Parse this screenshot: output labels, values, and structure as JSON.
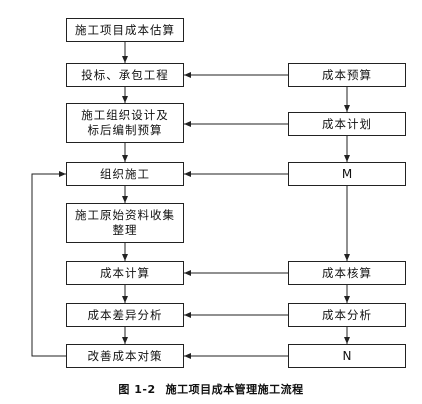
{
  "caption": {
    "figure_number": "图 1-2",
    "title": "施工项目成本管理施工流程"
  },
  "nodes": {
    "estimate": "施工项目成本估算",
    "bidding": "投标、承包工程",
    "design": "施工组织设计及\n标后编制预算",
    "organize": "组织施工",
    "collect": "施工原始资料收集\n整理",
    "calculate": "成本计算",
    "difference": "成本差异分析",
    "improve": "改善成本对策",
    "forecast": "成本预算",
    "plan": "成本计划",
    "m": "M",
    "verify": "成本核算",
    "analysis": "成本分析",
    "n": "N"
  },
  "edges": [
    {
      "from": "estimate",
      "to": "bidding"
    },
    {
      "from": "bidding",
      "to": "design"
    },
    {
      "from": "design",
      "to": "organize"
    },
    {
      "from": "organize",
      "to": "collect"
    },
    {
      "from": "collect",
      "to": "calculate"
    },
    {
      "from": "calculate",
      "to": "difference"
    },
    {
      "from": "difference",
      "to": "improve"
    },
    {
      "from": "forecast",
      "to": "bidding"
    },
    {
      "from": "forecast",
      "to": "plan"
    },
    {
      "from": "plan",
      "to": "design"
    },
    {
      "from": "plan",
      "to": "m"
    },
    {
      "from": "m",
      "to": "organize"
    },
    {
      "from": "m",
      "to": "verify"
    },
    {
      "from": "verify",
      "to": "calculate"
    },
    {
      "from": "verify",
      "to": "analysis"
    },
    {
      "from": "analysis",
      "to": "difference"
    },
    {
      "from": "analysis",
      "to": "n"
    },
    {
      "from": "n",
      "to": "improve"
    },
    {
      "from": "improve",
      "to": "organize"
    }
  ]
}
